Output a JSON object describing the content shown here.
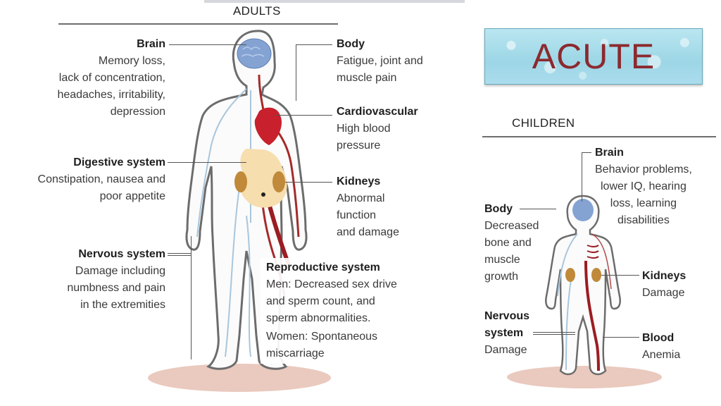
{
  "adults": {
    "header": "ADULTS",
    "labels": {
      "brain": {
        "title": "Brain",
        "desc": "Memory loss,\nlack of concentration,\nheadaches, irritability,\ndepression"
      },
      "digestive": {
        "title": "Digestive system",
        "desc": "Constipation, nausea and\npoor appetite"
      },
      "nervous": {
        "title": "Nervous system",
        "desc": "Damage including\nnumbness and pain\nin the extremities"
      },
      "body": {
        "title": "Body",
        "desc": "Fatigue, joint and\nmuscle pain"
      },
      "cardiovascular": {
        "title": "Cardiovascular",
        "desc": "High blood\npressure"
      },
      "kidneys": {
        "title": "Kidneys",
        "desc": "Abnormal\nfunction\nand damage"
      },
      "reproductive": {
        "title": "Reproductive system",
        "men": "Men: Decreased sex drive\nand sperm count, and\nsperm abnormalities.",
        "women": "Women: Spontaneous\nmiscarriage"
      }
    }
  },
  "banner": {
    "text": "ACUTE",
    "text_color": "#8b2a2f",
    "bg_color": "#a8dcea"
  },
  "children": {
    "header": "CHILDREN",
    "labels": {
      "brain": {
        "title": "Brain",
        "desc": "Behavior problems,\nlower IQ, hearing\nloss, learning\ndisabilities"
      },
      "body": {
        "title": "Body",
        "desc": "Decreased\nbone and\nmuscle\ngrowth"
      },
      "nervous": {
        "title": "Nervous\nsystem",
        "desc": "Damage"
      },
      "kidneys": {
        "title": "Kidneys",
        "desc": "Damage"
      },
      "blood": {
        "title": "Blood",
        "desc": "Anemia"
      }
    }
  },
  "colors": {
    "brain": "#7f9fd0",
    "heart": "#c8202c",
    "artery": "#9b1c22",
    "kidney": "#c08a3a",
    "digestive": "#f6deae",
    "nerve": "#9cc0d8",
    "shadow": "#d9a899"
  }
}
